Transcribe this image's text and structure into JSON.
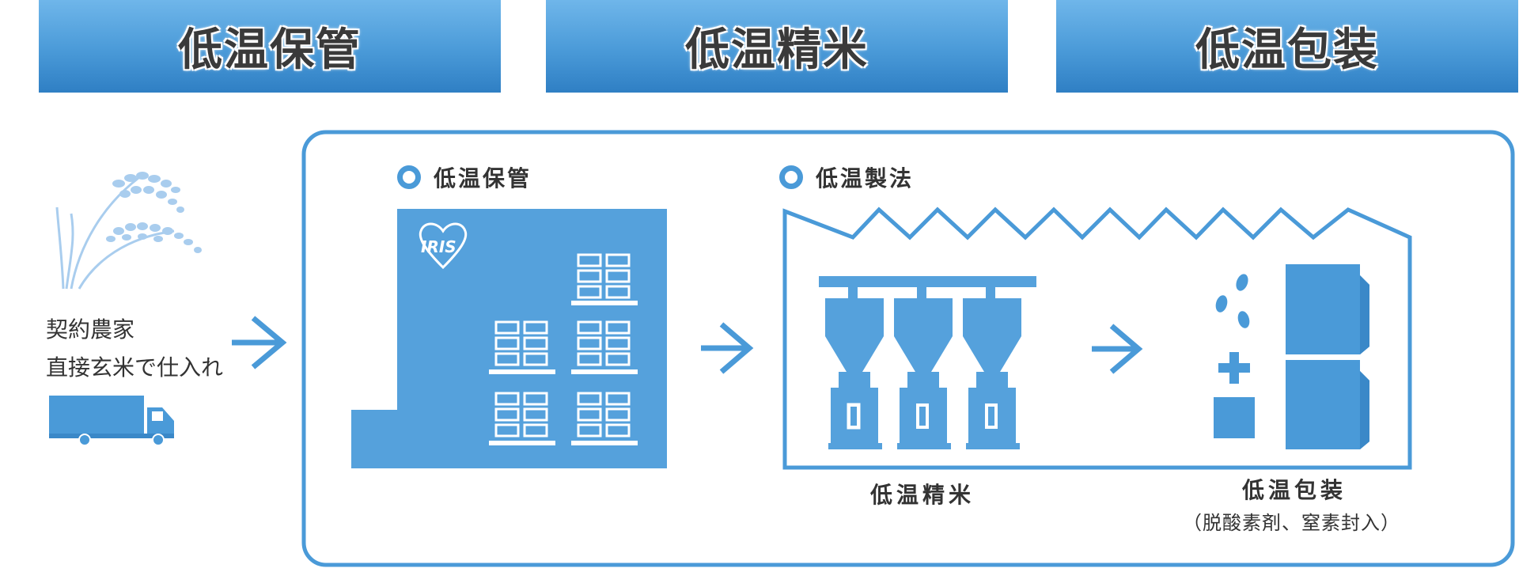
{
  "banners": [
    "低温保管",
    "低温精米",
    "低温包装"
  ],
  "farm": {
    "line1": "契約農家",
    "line2": "直接玄米で仕入れ"
  },
  "storage": {
    "title": "低温保管",
    "logo": "IRIS"
  },
  "process": {
    "title": "低温製法",
    "polish_caption": "低温精米",
    "pack_caption": "低温包装",
    "pack_sub": "（脱酸素剤、窒素封入）"
  },
  "colors": {
    "primary": "#4a9ad8",
    "text": "#333333"
  }
}
